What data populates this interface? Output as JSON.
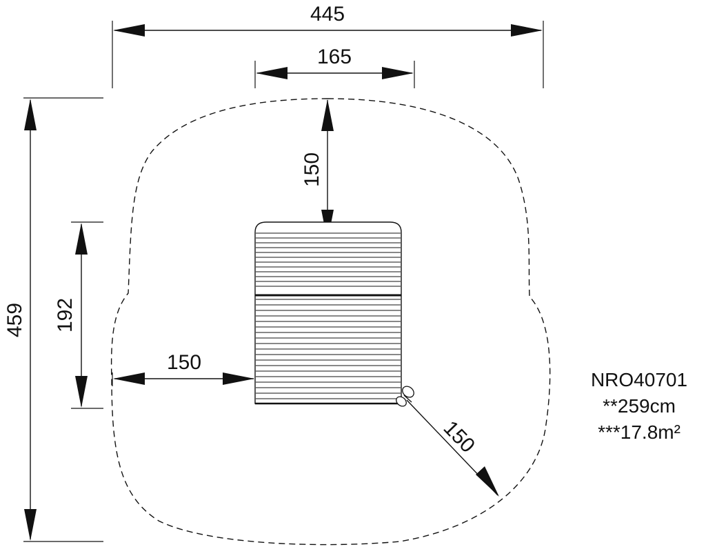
{
  "dimensions": {
    "total_width": "445",
    "item_width": "165",
    "top_clearance": "150",
    "total_height": "459",
    "item_height": "192",
    "left_clearance": "150",
    "corner_clearance": "150"
  },
  "product": {
    "code": "NRO40701",
    "height": "**259cm",
    "area": "***17.8m²"
  }
}
